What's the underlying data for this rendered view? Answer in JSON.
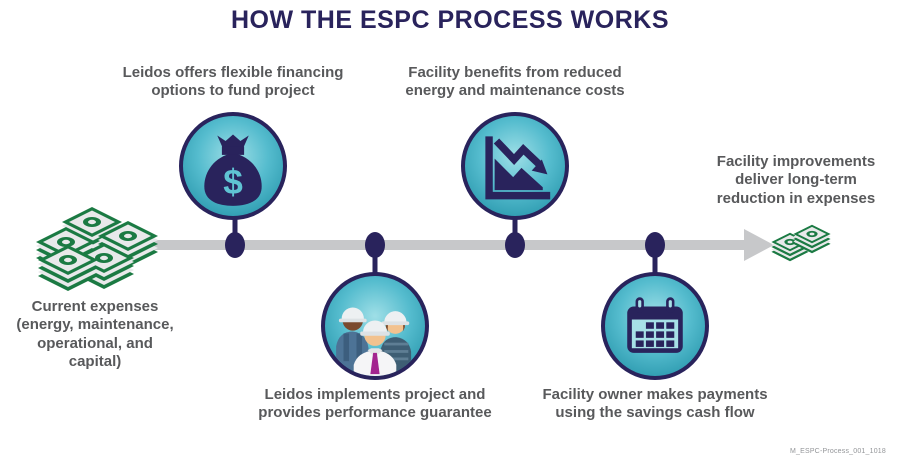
{
  "title": "HOW THE ESPC PROCESS WORKS",
  "start": {
    "label": "Current expenses\n(energy, maintenance,\noperational, and\ncapital)",
    "icon": "money-pile-icon"
  },
  "end": {
    "label": "Facility improvements\ndeliver long-term\nreduction in expenses",
    "icon": "money-stack-icon"
  },
  "steps": [
    {
      "label": "Leidos offers flexible financing\noptions to fund project",
      "icon": "money-bag-icon",
      "position": "above"
    },
    {
      "label": "Leidos implements project and\nprovides performance guarantee",
      "icon": "workers-icon",
      "position": "below"
    },
    {
      "label": "Facility benefits from reduced\nenergy and maintenance costs",
      "icon": "declining-chart-icon",
      "position": "above"
    },
    {
      "label": "Facility owner makes payments\nusing the savings cash flow",
      "icon": "calendar-icon",
      "position": "below"
    }
  ],
  "footer_code": "M_ESPC-Process_001_1018",
  "colors": {
    "navy": "#29235C",
    "teal_light": "#9FDFE7",
    "teal_mid": "#55BCCE",
    "teal_dark": "#1A8BA1",
    "gray_text": "#58595B",
    "arrow_gray": "#C7C8CA",
    "money_green": "#1B7A43",
    "bill_face": "#E8E9EA",
    "tie_magenta": "#A3248F"
  }
}
